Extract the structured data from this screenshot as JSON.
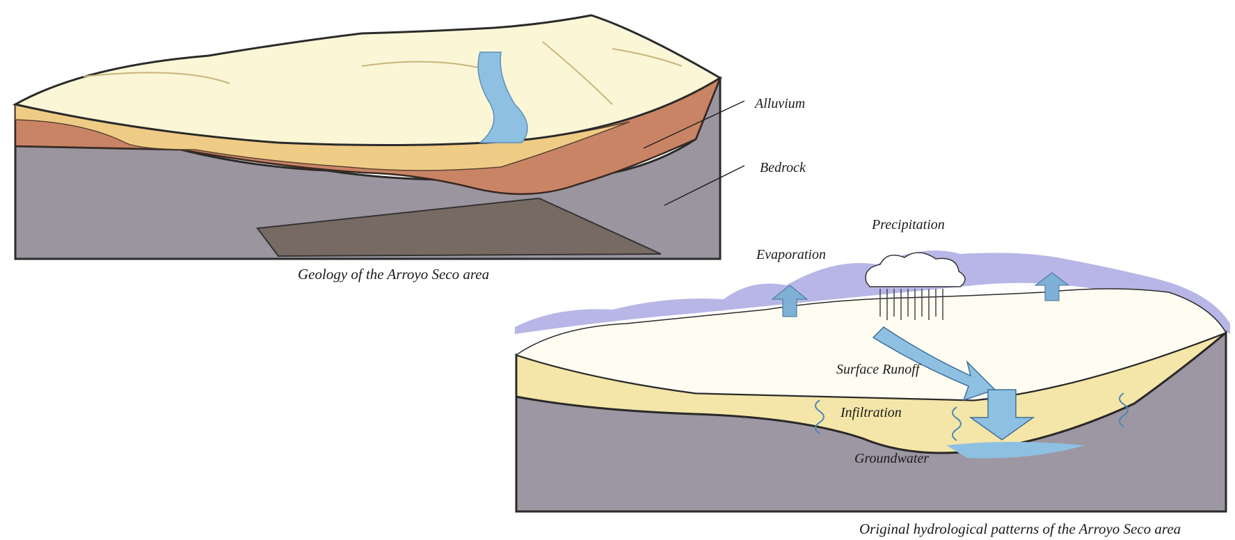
{
  "geology": {
    "caption": "Geology of the Arroyo Seco area",
    "labels": {
      "alluvium": "Alluvium",
      "bedrock": "Bedrock"
    }
  },
  "hydrology": {
    "caption": "Original hydrological patterns of the Arroyo Seco area",
    "labels": {
      "precipitation": "Precipitation",
      "evaporation": "Evaporation",
      "surface_runoff": "Surface Runoff",
      "infiltration": "Infiltration",
      "groundwater": "Groundwater"
    }
  },
  "colors": {
    "snow": "#fbf6d6",
    "alluvium_light": "#efcc86",
    "alluvium_red": "#c98466",
    "bedrock": "#9b95a0",
    "bedrock_dark": "#776a62",
    "water": "#8ec0e2",
    "sky_haze": "#b8b6e6",
    "alluvium_pale": "#f4e6a8"
  }
}
